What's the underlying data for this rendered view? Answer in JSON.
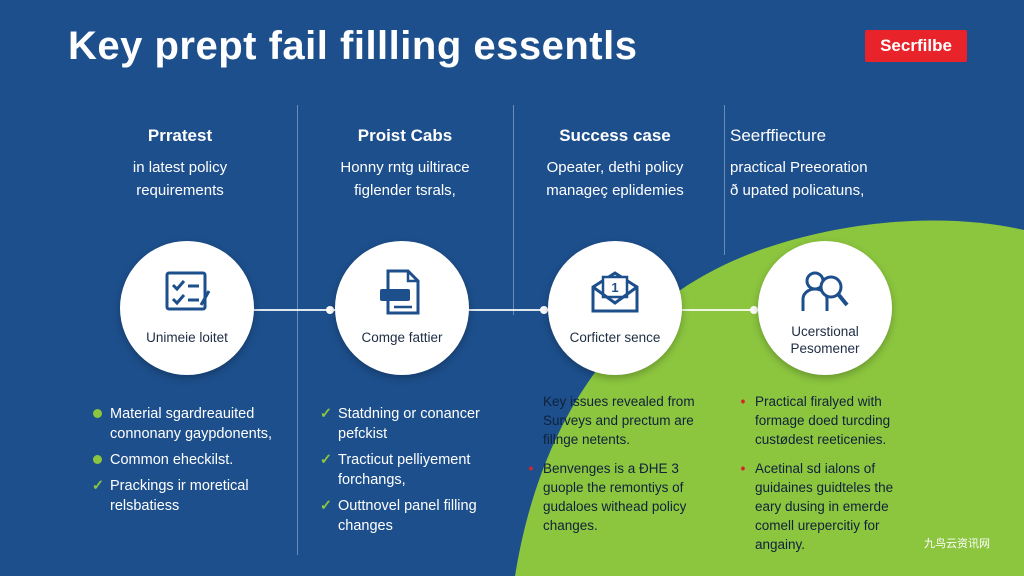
{
  "title": "Key prept fail fillling essentls",
  "badge": "Secrfilbe",
  "columns": [
    {
      "heading": "Prratest",
      "sub": [
        "in latest policy",
        "requirements"
      ]
    },
    {
      "heading": "Proist Cabs",
      "sub": [
        "Honny rntg uiltirace",
        "figlender tsrals,"
      ]
    },
    {
      "heading": "Success case",
      "sub": [
        "Opeater, dethi policy",
        "manageç eplidemies"
      ]
    },
    {
      "heading": "Seerffiecture",
      "sub": [
        "practical Preeoration",
        "ð upated policatuns,"
      ]
    }
  ],
  "circles": [
    {
      "label": "Unimeie loitet",
      "icon": "checklist-icon"
    },
    {
      "label": "Comge fattier",
      "icon": "document-icon"
    },
    {
      "label": "Corficter sence",
      "icon": "envelope-icon"
    },
    {
      "label": "Ucerstional Pesomener",
      "icon": "magnifier-person-icon"
    }
  ],
  "lists": [
    [
      {
        "marker": "dot",
        "text": "Material sgardreauited connonany gaypdonents,"
      },
      {
        "marker": "dot",
        "text": "Common eheckilst."
      },
      {
        "marker": "check",
        "text": "Prackings ir moretical relsbatiess"
      }
    ],
    [
      {
        "marker": "check",
        "text": "Statdning or conancer pefckist"
      },
      {
        "marker": "check",
        "text": "Tracticut pelliyement forchangs,"
      },
      {
        "marker": "check",
        "text": "Outtnovel panel filling changes"
      }
    ],
    [
      {
        "marker": "none",
        "text": "Key issues revealed from Surveys and prectum are fillnge netents."
      },
      {
        "marker": "red",
        "text": "Benvenges is a ÐHE 3 guople the remontiys of gudaloes withead policy changes."
      }
    ],
    [
      {
        "marker": "red",
        "text": "Practical firalyed with formage doed turcding custødest reeticenies."
      },
      {
        "marker": "red",
        "text": "Acetinal sd ialons of guidaines guidteles the eary dusing in emerde comell urepercitiy for angainy."
      }
    ]
  ],
  "watermark": "九鸟云资讯网",
  "colors": {
    "background": "#1d4f8c",
    "green": "#8cc63f",
    "badge": "#e8232a"
  }
}
